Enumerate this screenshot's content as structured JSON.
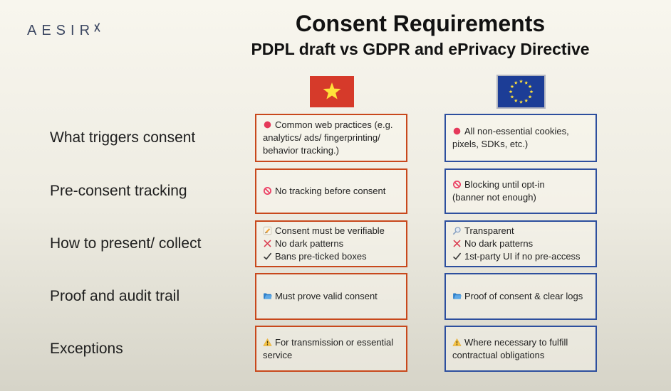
{
  "colors": {
    "background_top": "#f8f6ee",
    "background_bottom": "#d6d4c8",
    "vn_border": "#c8481c",
    "eu_border": "#2d4f9e",
    "title": "#121212",
    "label": "#1e1e1e",
    "logo": "#3d4862",
    "vn_flag_red": "#d63a2a",
    "flag_star_yellow": "#ffe23a",
    "eu_flag_blue": "#1c3d96"
  },
  "logo": {
    "text": "AESIR"
  },
  "header": {
    "title": "Consent Requirements",
    "subtitle": "PDPL draft vs GDPR and ePrivacy Directive"
  },
  "columns": [
    {
      "id": "vn",
      "flag": "vietnam-flag"
    },
    {
      "id": "eu",
      "flag": "eu-flag"
    }
  ],
  "rows": [
    {
      "label": "What triggers consent",
      "vn": {
        "items": [
          {
            "icon": "red-dot",
            "text": "Common web practices (e.g. analytics/ ads/ fingerprinting/ behavior tracking.)"
          }
        ]
      },
      "eu": {
        "items": [
          {
            "icon": "red-dot",
            "text": "All non-essential cookies, pixels, SDKs, etc.)"
          }
        ]
      }
    },
    {
      "label": "Pre-consent tracking",
      "vn": {
        "items": [
          {
            "icon": "prohibited",
            "text": "No tracking before consent"
          }
        ]
      },
      "eu": {
        "items": [
          {
            "icon": "prohibited",
            "text": "Blocking until opt-in\n(banner not enough)"
          }
        ]
      }
    },
    {
      "label": "How to present/ collect",
      "vn": {
        "items": [
          {
            "icon": "memo",
            "text": "Consent must be verifiable"
          },
          {
            "icon": "cross",
            "text": "No dark patterns"
          },
          {
            "icon": "check",
            "text": "Bans pre-ticked boxes"
          }
        ]
      },
      "eu": {
        "items": [
          {
            "icon": "magnifier",
            "text": "Transparent"
          },
          {
            "icon": "cross",
            "text": "No dark patterns"
          },
          {
            "icon": "check",
            "text": "1st-party UI if no pre-access"
          }
        ]
      }
    },
    {
      "label": "Proof and audit trail",
      "vn": {
        "items": [
          {
            "icon": "folder",
            "text": "Must prove valid consent"
          }
        ]
      },
      "eu": {
        "items": [
          {
            "icon": "folder",
            "text": "Proof of consent & clear logs"
          }
        ]
      }
    },
    {
      "label": "Exceptions",
      "vn": {
        "items": [
          {
            "icon": "warning",
            "text": "For transmission or essential service"
          }
        ]
      },
      "eu": {
        "items": [
          {
            "icon": "warning",
            "text": "Where necessary to fulfill contractual obligations"
          }
        ]
      }
    }
  ]
}
